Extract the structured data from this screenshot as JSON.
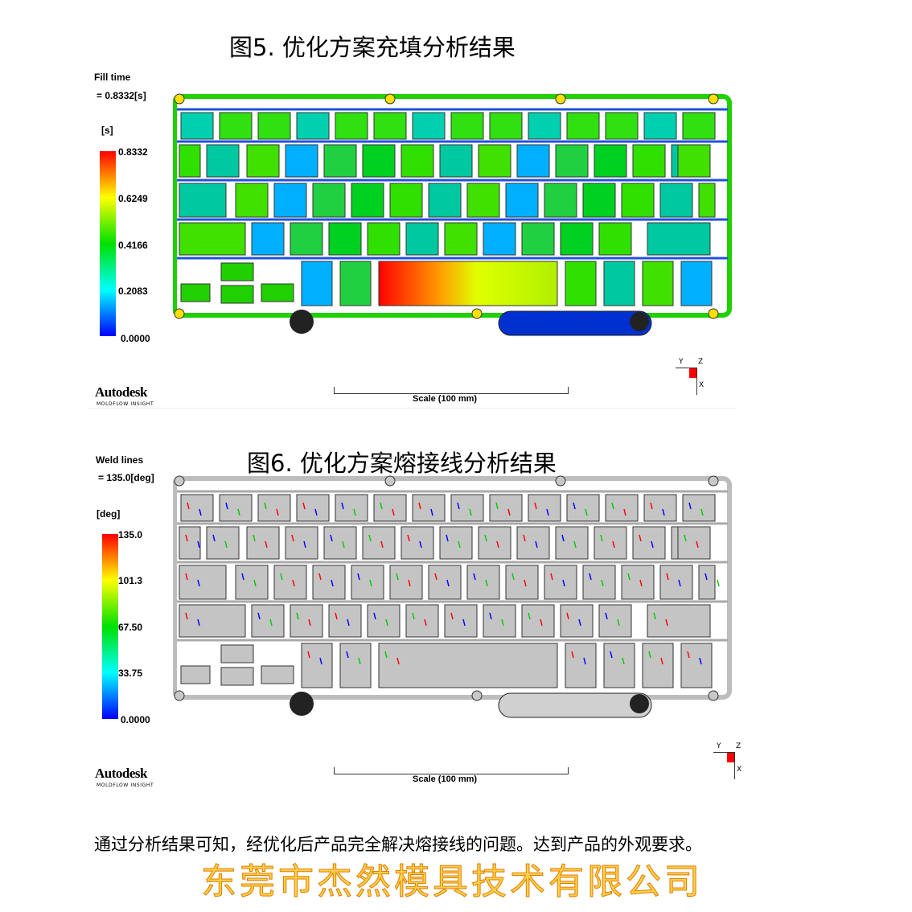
{
  "fig5": {
    "caption": "图5. 优化方案充填分析结果",
    "result_name": "Fill time",
    "result_value": "= 0.8332[s]",
    "unit": "[s]",
    "ticks": [
      "0.8332",
      "0.6249",
      "0.4166",
      "0.2083",
      "0.0000"
    ],
    "logo": "Autodesk",
    "logo_sub": "MOLDFLOW INSIGHT",
    "scale": "Scale (100 mm)"
  },
  "fig6": {
    "caption": "图6. 优化方案熔接线分析结果",
    "result_name": "Weld lines",
    "result_value": "= 135.0[deg]",
    "unit": "[deg]",
    "ticks": [
      "135.0",
      "101.3",
      "67.50",
      "33.75",
      "0.0000"
    ],
    "logo": "Autodesk",
    "logo_sub": "MOLDFLOW INSIGHT",
    "scale": "Scale (100 mm)"
  },
  "axes": {
    "y": "Y",
    "z": "Z",
    "x": "X"
  },
  "conclusion": "通过分析结果可知，经优化后产品完全解决熔接线的问题。达到产品的外观要求。",
  "watermark": "东莞市杰然模具技术有限公司",
  "colors": {
    "red": "#ff0000",
    "yellow": "#ffff00",
    "green": "#00e000",
    "cyan": "#00ffff",
    "blue": "#0000ff",
    "gray": "#c0c0c0"
  }
}
